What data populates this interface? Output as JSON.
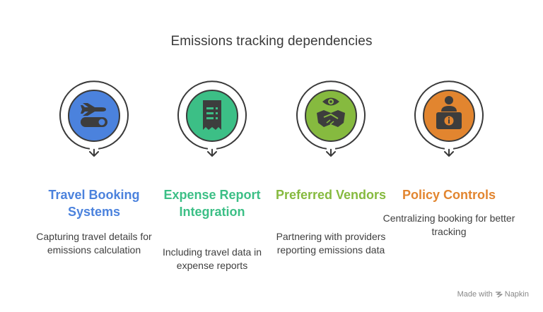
{
  "title": "Emissions tracking dependencies",
  "items": [
    {
      "heading": "Travel Booking Systems",
      "description": "Capturing travel details for emissions calculation",
      "color": "#4b82dd",
      "icon": "plane-toggle-icon"
    },
    {
      "heading": "Expense Report Integration",
      "description": "Including travel data in expense reports",
      "color": "#3cbf86",
      "icon": "receipt-icon"
    },
    {
      "heading": "Preferred Vendors",
      "description": "Partnering with providers reporting emissions data",
      "color": "#86ba3f",
      "icon": "eye-handshake-icon"
    },
    {
      "heading": "Policy Controls",
      "description": "Centralizing booking for better tracking",
      "color": "#e2852f",
      "icon": "user-info-desk-icon"
    }
  ],
  "footer": {
    "made_with": "Made with",
    "brand": "Napkin"
  }
}
